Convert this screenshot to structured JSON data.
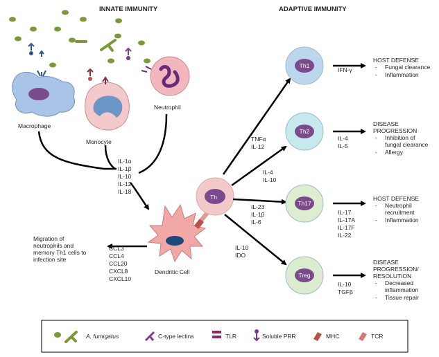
{
  "headers": {
    "innate": "INNATE IMMUNITY",
    "adaptive": "ADAPTIVE IMMUNITY"
  },
  "innate_cells": {
    "macrophage": "Macrophage",
    "monocyte": "Monocyte",
    "neutrophil": "Neutrophil",
    "dendritic": "Dendritic Cell",
    "th": "Th"
  },
  "innate_cytokines": [
    "IL-1α",
    "IL-1β",
    "IL-10",
    "IL-12",
    "IL-18"
  ],
  "chemokines": [
    "CCL3",
    "CCL4",
    "CCL20",
    "CXCL8",
    "CXCL10"
  ],
  "migration_text": [
    "Migration of",
    "neutrophils and",
    "memory Th1 cells to",
    "infection site"
  ],
  "polarizing": {
    "th1": [
      "TNFα",
      "IL-12"
    ],
    "th2": [
      "IL-4",
      "IL-10"
    ],
    "th17": [
      "IL-23",
      "IL-1β",
      "IL-6"
    ],
    "treg": [
      "IL-10",
      "IDO"
    ]
  },
  "subsets": [
    {
      "name": "Th1",
      "cytokines": [
        "IFN-γ"
      ],
      "outcome_title": [
        "HOST DEFENSE"
      ],
      "outcomes": [
        [
          "Fungal clearance"
        ],
        [
          "Inflammation"
        ]
      ],
      "color": "#bcd6ee"
    },
    {
      "name": "Th2",
      "cytokines": [
        "IL-4",
        "IL-5"
      ],
      "outcome_title": [
        "DISEASE",
        "PROGRESSION"
      ],
      "outcomes": [
        [
          "Inhibition of",
          "fungal clearance"
        ],
        [
          "Allergy"
        ]
      ],
      "color": "#c6e9ee"
    },
    {
      "name": "Th17",
      "cytokines": [
        "IL-17",
        "IL-17A",
        "IL-17F",
        "IL-22"
      ],
      "outcome_title": [
        "HOST DEFENSE"
      ],
      "outcomes": [
        [
          "Neutrophil",
          "recruitment"
        ],
        [
          "Inflammation"
        ]
      ],
      "color": "#dcedd0"
    },
    {
      "name": "Treg",
      "cytokines": [
        "IL-10",
        "TGFβ"
      ],
      "outcome_title": [
        "DISEASE",
        "PROGRESSION/",
        "RESOLUTION"
      ],
      "outcomes": [
        [
          "Decreased",
          "inflammation"
        ],
        [
          "Tissue repair"
        ]
      ],
      "color": "#dceccf"
    }
  ],
  "legend": {
    "afumigatus": "A. fumigatus",
    "ctype": "C-type lectins",
    "tlr": "TLR",
    "soluble": "Soluble PRR",
    "mhc": "MHC",
    "tcr": "TCR"
  },
  "colors": {
    "fungus": "#7a9a3a",
    "ctype": "#8a3a8a",
    "tlr": "#8a2a6a",
    "mhc": "#b5524a",
    "tcr": "#d97a72",
    "nucleus": "#7a4a8a",
    "macrophage": "#a9c4e6",
    "monocyte": "#f4c9cc",
    "neutrophil": "#f2b7bd",
    "dendritic": "#f1a7a6",
    "th_naive": "#f3c9c9"
  }
}
